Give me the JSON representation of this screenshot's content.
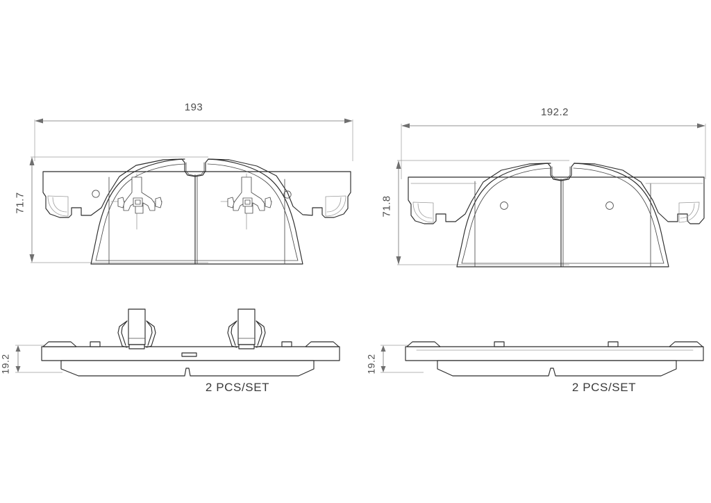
{
  "document": {
    "type": "technical-drawing",
    "subject": "Brake pad set dimensional drawing",
    "background_color": "#ffffff",
    "line_color": "#2b2b2b",
    "dimension_color": "#6f6f6f",
    "text_color": "#3a3a3a"
  },
  "views": {
    "top_left": {
      "name": "outer-pad-front-view",
      "width_dimension": "193",
      "height_dimension": "71.7"
    },
    "top_right": {
      "name": "inner-pad-front-view",
      "width_dimension": "192.2",
      "height_dimension": "71.8"
    },
    "bottom_left": {
      "name": "outer-pad-side-view",
      "thickness_dimension": "19.2",
      "quantity_note": "2 PCS/SET"
    },
    "bottom_right": {
      "name": "inner-pad-side-view",
      "thickness_dimension": "19.2",
      "quantity_note": "2 PCS/SET"
    }
  },
  "annotations": {
    "width_left": "193",
    "height_left": "71.7",
    "width_right": "192.2",
    "height_right": "71.8",
    "thickness_left": "19.2",
    "thickness_right": "19.2",
    "set_note_left": "2 PCS/SET",
    "set_note_right": "2 PCS/SET"
  }
}
